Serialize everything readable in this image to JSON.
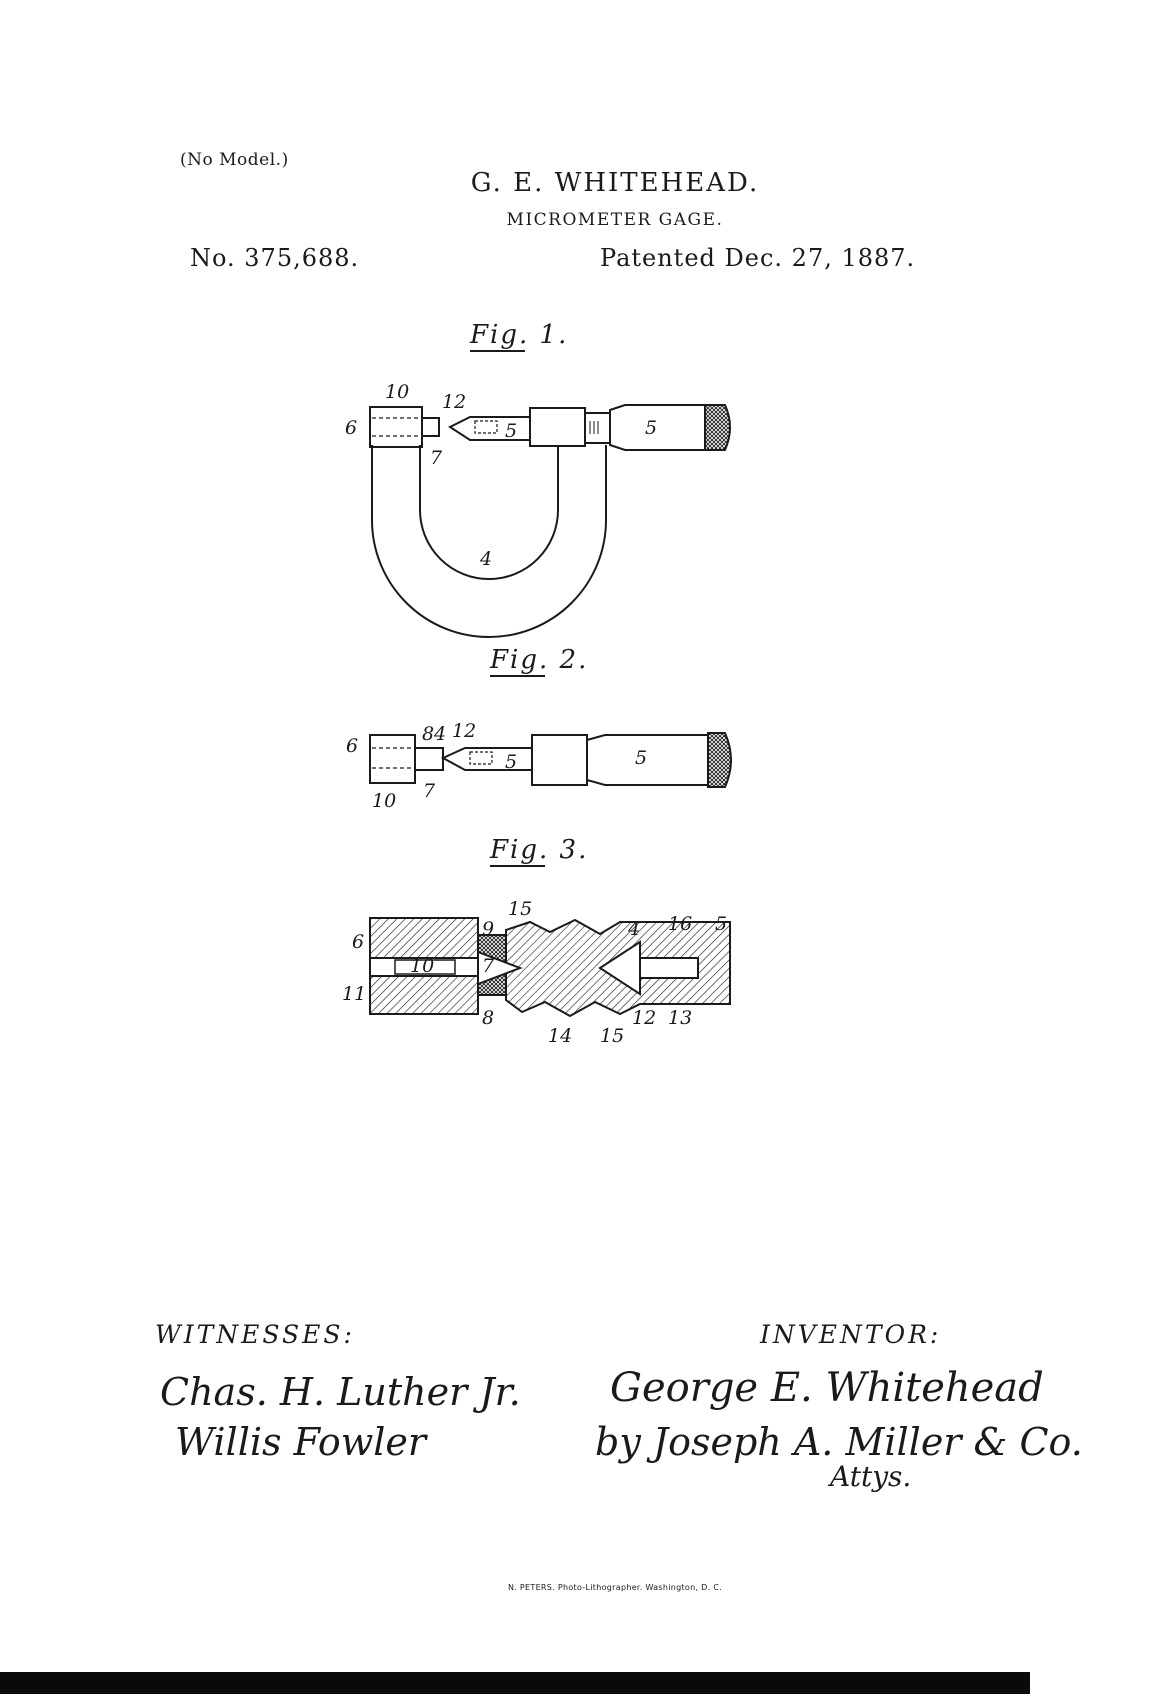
{
  "header": {
    "no_model": "(No Model.)",
    "inventor": "G. E. WHITEHEAD.",
    "subject": "MICROMETER GAGE.",
    "patent_number": "No. 375,688.",
    "patent_date": "Patented Dec. 27, 1887."
  },
  "figures": {
    "fig1": "Fig. 1.",
    "fig2": "Fig. 2.",
    "fig3": "Fig. 3."
  },
  "reference_numerals": {
    "fig1": [
      "10",
      "12",
      "6",
      "7",
      "5",
      "5",
      "4"
    ],
    "fig2": [
      "8",
      "4",
      "12",
      "6",
      "5",
      "5",
      "10",
      "7"
    ],
    "fig3": [
      "15",
      "9",
      "4",
      "16",
      "5",
      "6",
      "10",
      "7",
      "11",
      "8",
      "14",
      "15",
      "12",
      "13"
    ]
  },
  "signatures": {
    "witnesses_label": "WITNESSES:",
    "inventor_label": "INVENTOR:",
    "witness_1": "Chas. H. Luther Jr.",
    "witness_2": "Willis Fowler",
    "inventor_name": "George E. Whitehead",
    "attorney": "by Joseph A. Miller & Co.",
    "attorney_suffix": "Attys."
  },
  "footer": {
    "printer": "N. PETERS. Photo-Lithographer. Washington, D. C."
  }
}
